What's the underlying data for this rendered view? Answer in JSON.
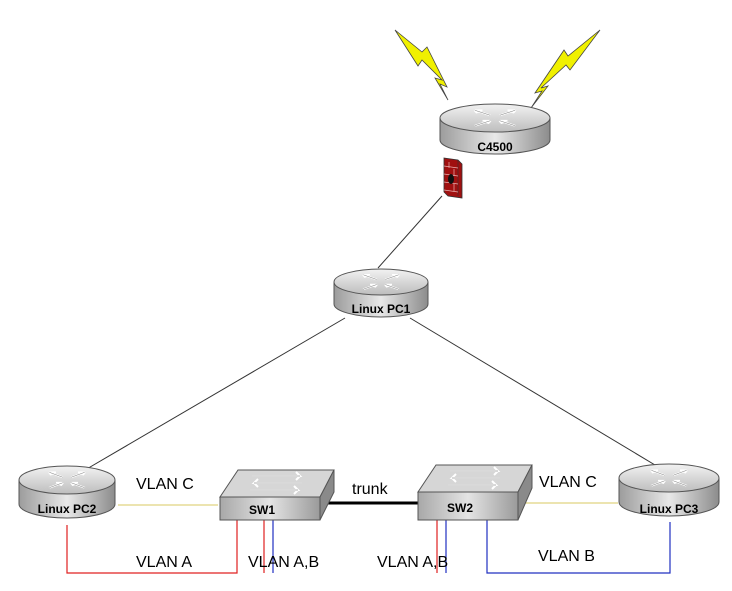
{
  "devices": {
    "c4500": {
      "label": "C4500"
    },
    "linux_pc1": {
      "label": "Linux PC1"
    },
    "linux_pc2": {
      "label": "Linux PC2"
    },
    "linux_pc3": {
      "label": "Linux PC3"
    },
    "sw1": {
      "label": "SW1"
    },
    "sw2": {
      "label": "SW2"
    }
  },
  "links": {
    "pc2_sw1_vlan_c": "VLAN C",
    "sw2_pc3_vlan_c": "VLAN C",
    "sw1_sw2_trunk": "trunk",
    "pc2_sw1_vlan_a": "VLAN A",
    "sw1_port_vlan_ab": "VLAN A,B",
    "sw2_port_vlan_ab": "VLAN A,B",
    "sw2_pc3_vlan_b": "VLAN B"
  },
  "colors": {
    "vlan_a": "#e02020",
    "vlan_b": "#2030c0",
    "vlan_c": "#d8c860",
    "trunk": "#000000",
    "lightning": "#f0f000",
    "firewall": "#a01010"
  }
}
